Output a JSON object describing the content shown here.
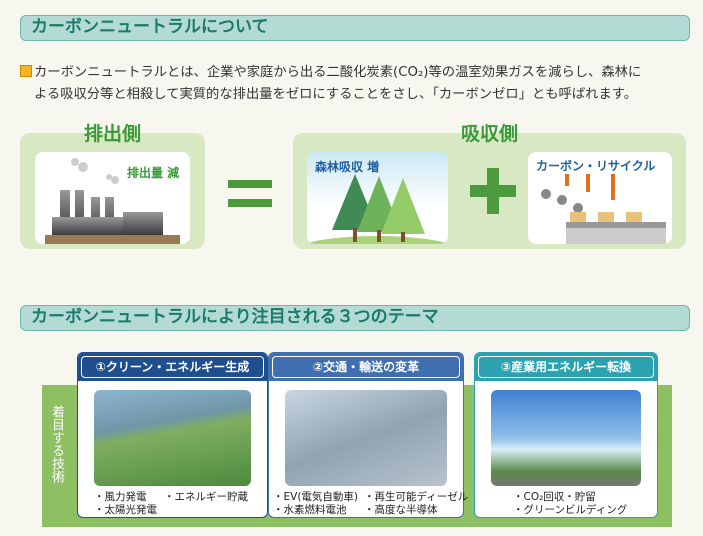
{
  "section1": {
    "title": "カーボンニュートラルについて",
    "paragraph_line1": "カーボンニュートラルとは、企業や家庭から出る二酸化炭素(CO₂)等の温室効果ガスを減らし、森林に",
    "paragraph_line2": "よる吸収分等と相殺して実質的な排出量をゼロにすることをさし、「カーボンゼロ」とも呼ばれます。"
  },
  "emission": {
    "title": "排出側",
    "label": "排出量 減"
  },
  "absorption": {
    "title": "吸収側",
    "forest_label": "森林吸収 増",
    "recycle_label": "カーボン・リサイクル"
  },
  "section2": {
    "title": "カーボンニュートラルにより注目される３つのテーマ",
    "side_label": "着目する技術"
  },
  "themes": [
    {
      "title": "①クリーン・エネルギー生成",
      "items": [
        "・風力発電",
        "・エネルギー貯蔵",
        "・太陽光発電"
      ]
    },
    {
      "title": "②交通・輸送の変革",
      "items": [
        "・EV(電気自動車)",
        "・再生可能ディーゼル",
        "・水素燃料電池",
        "・高度な半導体"
      ]
    },
    {
      "title": "③産業用エネルギー転換",
      "items": [
        "・CO₂回収・貯留",
        "・グリーンビルディング"
      ]
    }
  ],
  "colors": {
    "green": "#3a9a38",
    "teal": "#1b7a6c",
    "card1": "#1f4f8e",
    "card2": "#3f6fae",
    "card3": "#2aa2b0"
  }
}
